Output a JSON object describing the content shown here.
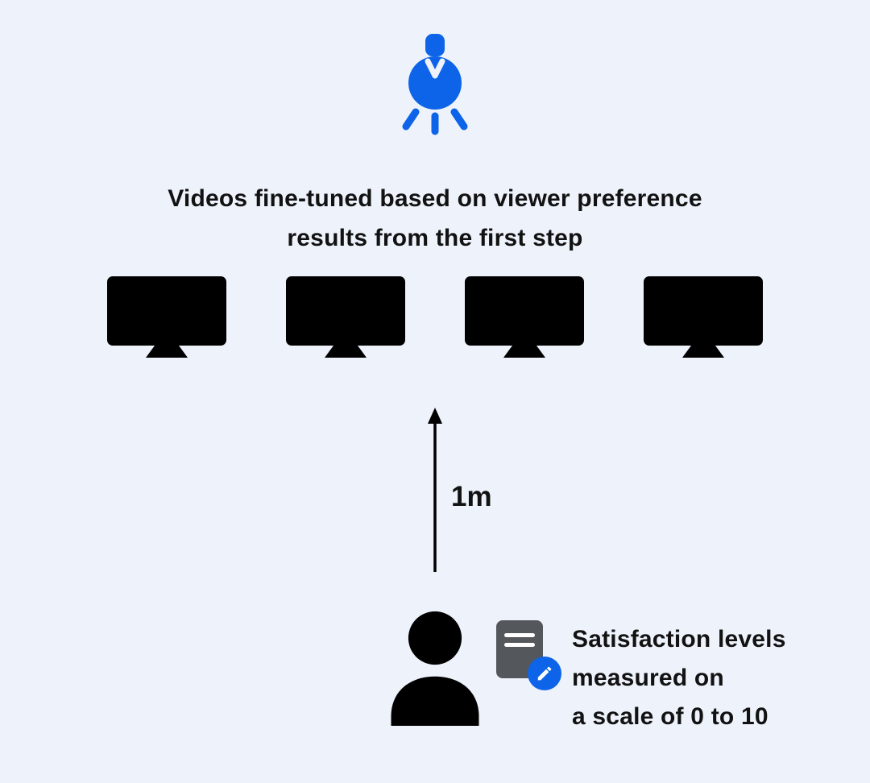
{
  "page": {
    "background": "#EDF2FB"
  },
  "colors": {
    "accent_blue": "#0D64E8",
    "icon_black": "#000000",
    "document_gray": "#54575C",
    "text": "#121212"
  },
  "top_caption": {
    "lines": [
      "Videos fine-tuned based on viewer preference",
      "results from the first step"
    ]
  },
  "monitor_row": {
    "count": 4
  },
  "distance": {
    "label": "1m"
  },
  "satisfaction_note": {
    "lines": [
      "Satisfaction levels",
      "measured on",
      "a scale of 0 to 10"
    ]
  },
  "icons": {
    "lightbulb": "idea-lightbulb-icon",
    "monitor": "monitor-icon",
    "arrow": "distance-arrow-up-icon",
    "person": "viewer-person-icon",
    "document": "survey-document-icon",
    "pencil_badge": "pencil-edit-icon"
  }
}
